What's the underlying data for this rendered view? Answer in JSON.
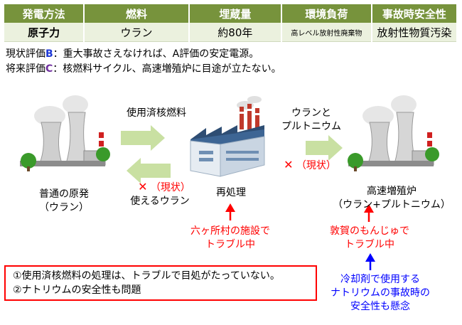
{
  "table": {
    "headers": [
      "発電方法",
      "燃料",
      "埋蔵量",
      "環境負荷",
      "事故時安全性"
    ],
    "row": [
      "原子力",
      "ウラン",
      "約80年",
      "高レベル放射性廃棄物",
      "放射性物質汚染"
    ]
  },
  "evaluation": {
    "current_prefix": "現状評価",
    "current_grade": "B",
    "current_text": "：重大事故さえなければ、A評価の安定電源。",
    "future_prefix": "将来評価",
    "future_grade": "C",
    "future_text": "：核燃料サイクル、高速増殖炉に目途が立たない。"
  },
  "diagram": {
    "plant_left_label_1": "普通の原発",
    "plant_left_label_2": "（ウラン）",
    "spent_fuel_label": "使用済核燃料",
    "usable_uranium_label": "使えるウラン",
    "status_left": "（現状）",
    "reprocess_label": "再処理",
    "uranium_plutonium_1": "ウランと",
    "uranium_plutonium_2": "プルトニウム",
    "status_right": "（現状）",
    "fbr_label_1": "高速増殖炉",
    "fbr_label_2": "（ウラン+プルトニウム）",
    "x_mark": "✕",
    "rokkasho_1": "六ヶ所村の施設で",
    "rokkasho_2": "トラブル中",
    "monju_1": "敦賀のもんじゅで",
    "monju_2": "トラブル中",
    "coolant_1": "冷却剤で使用する",
    "coolant_2": "ナトリウムの事故時の",
    "coolant_3": "安全性も懸念"
  },
  "notes": {
    "line1": "①使用済核燃料の処理は、トラブルで目処がたっていない。",
    "line2": "②ナトリウムの安全性も問題"
  },
  "colors": {
    "header_bg": "#77933c",
    "row_bg": "#ebf1de",
    "arrow_green": "#c9e0a2",
    "alert_red": "#ff0000",
    "note_blue": "#0000ff"
  }
}
